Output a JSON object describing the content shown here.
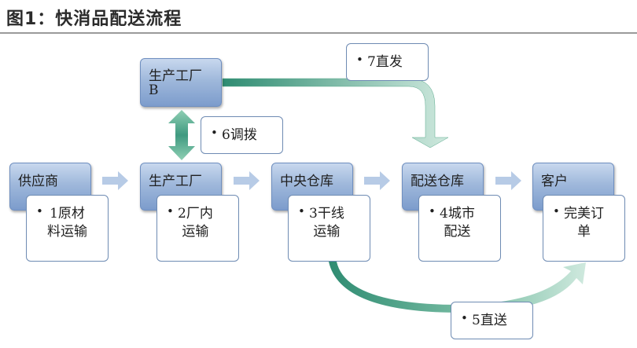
{
  "title": "图1：快消品配送流程",
  "nodes": {
    "supplier": "供应商",
    "factory": "生产工厂",
    "central_warehouse": "中央仓库",
    "dist_warehouse": "配送仓库",
    "customer": "客户",
    "factory_b": "生产工厂\nB"
  },
  "notes": {
    "n1": "1原材\n料运输",
    "n2": "2厂内\n运输",
    "n3": "3干线\n运输",
    "n4": "4城市\n配送",
    "n_done": "完美订\n单",
    "n5": "5直送",
    "n6": "6调拨",
    "n7": "7直发",
    "bullet": "•"
  },
  "colors": {
    "node_top": "#c8d8ee",
    "node_bottom": "#7c9ccc",
    "arrow_light": "#b5c9e4",
    "arrow_green": "#3f9a80",
    "arrow_green_light": "#bfe0d2"
  }
}
